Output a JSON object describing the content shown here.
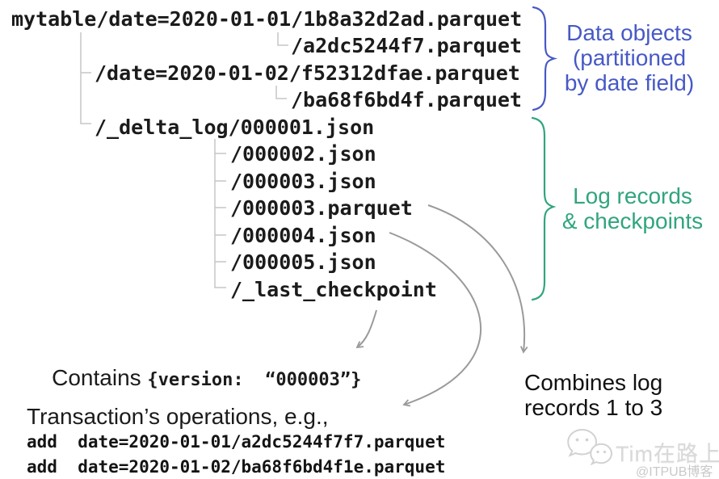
{
  "colors": {
    "accent_blue": "#4759c5",
    "accent_green": "#31a57d",
    "arrow_gray": "#9a9a9a",
    "tree_connector_gray": "#c6c6c6",
    "text_black": "#1b1b1b",
    "watermark_gray": "#d9d9d9"
  },
  "tree": {
    "rows": [
      "mytable/date=2020-01-01/1b8a32d2ad.parquet",
      "/a2dc5244f7.parquet",
      "/date=2020-01-02/f52312dfae.parquet",
      "/ba68f6bd4f.parquet",
      "/_delta_log/000001.json",
      "/000002.json",
      "/000003.json",
      "/000003.parquet",
      "/000004.json",
      "/000005.json",
      "/_last_checkpoint"
    ]
  },
  "annotations": {
    "data_objects": {
      "lines": [
        "Data objects",
        "(partitioned",
        "by date field)"
      ]
    },
    "log_records": {
      "lines": [
        "Log records",
        "& checkpoints"
      ]
    },
    "contains": {
      "prefix": "Contains ",
      "code": "{version:  “000003”}"
    },
    "transactions": {
      "heading": "Transaction’s operations, e.g.,",
      "ops": [
        "add  date=2020-01-01/a2dc5244f7f7.parquet",
        "add  date=2020-01-02/ba68f6bd4f1e.parquet"
      ]
    },
    "combines": {
      "lines": [
        "Combines log",
        "records 1 to 3"
      ]
    }
  },
  "watermark": {
    "icon": "wechat-chat-bubbles-icon",
    "name": "Tim在路上",
    "handle": "@ITPUB博客"
  }
}
